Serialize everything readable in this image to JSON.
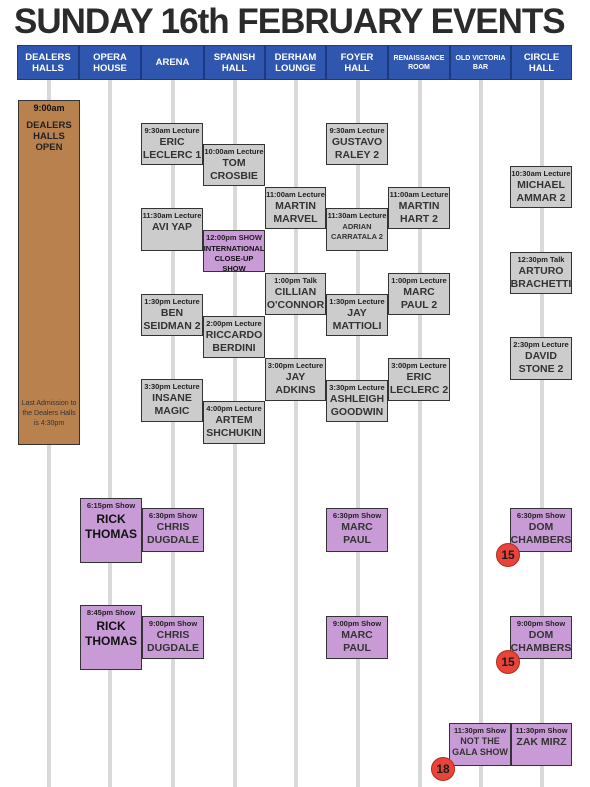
{
  "title": "SUNDAY 16th FEBRUARY EVENTS",
  "columns": [
    "DEALERS HALLS",
    "OPERA HOUSE",
    "ARENA",
    "SPANISH HALL",
    "DERHAM LOUNGE",
    "FOYER HALL",
    "RENAISSANCE ROOM",
    "OLD VICTORIA BAR",
    "CIRCLE HALL"
  ],
  "dealers": {
    "time": "9:00am",
    "label": "DEALERS HALLS OPEN",
    "note": "Last Admission to the Dealers Halls is 4:30pm"
  },
  "events": {
    "e01": {
      "time": "9:30am Lecture",
      "name": "ERIC LECLERC 1"
    },
    "e02": {
      "time": "10:00am Lecture",
      "name": "TOM CROSBIE"
    },
    "e03": {
      "time": "9:30am Lecture",
      "name": "GUSTAVO RALEY 2"
    },
    "e04": {
      "time": "10:30am Lecture",
      "name": "MICHAEL AMMAR 2"
    },
    "e05": {
      "time": "11:00am Lecture",
      "name": "MARTIN MARVEL"
    },
    "e06": {
      "time": "11:00am Lecture",
      "name": "MARTIN HART 2"
    },
    "e07": {
      "time": "11:30am Lecture",
      "name": "AVI YAP"
    },
    "e08": {
      "time": "11:30am Lecture",
      "name": "ADRIAN CARRATALA 2"
    },
    "e09": {
      "time": "12:00pm SHOW",
      "name": "INTERNATIONAL CLOSE-UP SHOW"
    },
    "e10": {
      "time": "12:30pm Talk",
      "name": "ARTURO BRACHETTI"
    },
    "e11": {
      "time": "1:00pm Talk",
      "name": "CILLIAN O'CONNOR"
    },
    "e12": {
      "time": "1:00pm Lecture",
      "name": "MARC PAUL 2"
    },
    "e13": {
      "time": "1:30pm Lecture",
      "name": "BEN SEIDMAN 2"
    },
    "e14": {
      "time": "1:30pm Lecture",
      "name": "JAY MATTIOLI"
    },
    "e15": {
      "time": "2:00pm Lecture",
      "name": "RICCARDO BERDINI"
    },
    "e16": {
      "time": "2:30pm Lecture",
      "name": "DAVID STONE 2"
    },
    "e17": {
      "time": "3:00pm Lecture",
      "name": "JAY ADKINS"
    },
    "e18": {
      "time": "3:00pm Lecture",
      "name": "ERIC LECLERC 2"
    },
    "e19": {
      "time": "3:30pm Lecture",
      "name": "INSANE MAGIC"
    },
    "e20": {
      "time": "3:30pm Lecture",
      "name": "ASHLEIGH GOODWIN"
    },
    "e21": {
      "time": "4:00pm Lecture",
      "name": "ARTEM SHCHUKIN"
    },
    "e22": {
      "time": "6:15pm Show",
      "name": "RICK THOMAS"
    },
    "e23": {
      "time": "6:30pm Show",
      "name": "CHRIS DUGDALE"
    },
    "e24": {
      "time": "6:30pm Show",
      "name": "MARC PAUL"
    },
    "e25": {
      "time": "6:30pm Show",
      "name": "DOM CHAMBERS"
    },
    "e26": {
      "time": "8:45pm Show",
      "name": "RICK THOMAS"
    },
    "e27": {
      "time": "9:00pm Show",
      "name": "CHRIS DUGDALE"
    },
    "e28": {
      "time": "9:00pm Show",
      "name": "MARC PAUL"
    },
    "e29": {
      "time": "9:00pm Show",
      "name": "DOM CHAMBERS"
    },
    "e30": {
      "time": "11:30pm Show",
      "name": "NOT THE GALA SHOW"
    },
    "e31": {
      "time": "11:30pm Show",
      "name": "ZAK MIRZ"
    }
  },
  "age_badges": [
    "15",
    "15",
    "18"
  ],
  "colors": {
    "header_blue": "#2f57b0",
    "lecture_grey": "#cccccc",
    "show_purple": "#c89bd6",
    "dealers_brown": "#b9814e",
    "age_badge_red": "#e8443a"
  }
}
